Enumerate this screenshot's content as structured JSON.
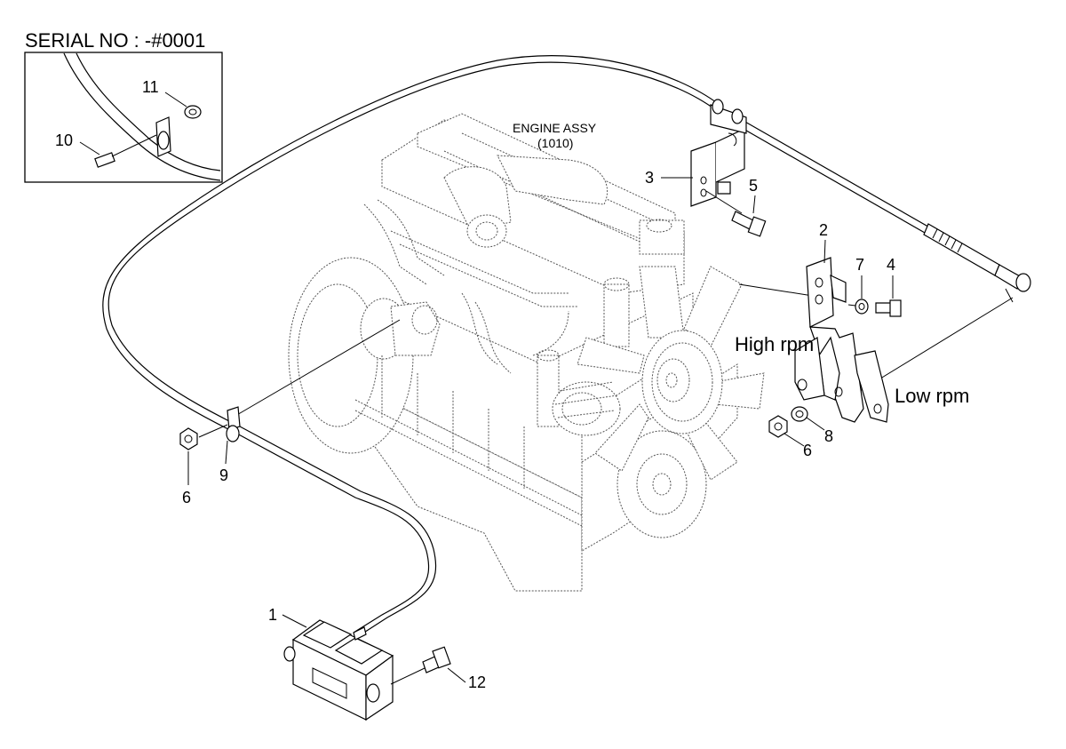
{
  "serial_label": "SERIAL NO : -#0001",
  "engine": {
    "title": "ENGINE ASSY",
    "code": "(1010)"
  },
  "annotations": {
    "high": "High rpm",
    "low": "Low rpm"
  },
  "callouts": {
    "c1": "1",
    "c2": "2",
    "c3": "3",
    "c4": "4",
    "c5": "5",
    "c6a": "6",
    "c6b": "6",
    "c7": "7",
    "c8": "8",
    "c9": "9",
    "c10": "10",
    "c11": "11",
    "c12": "12"
  }
}
